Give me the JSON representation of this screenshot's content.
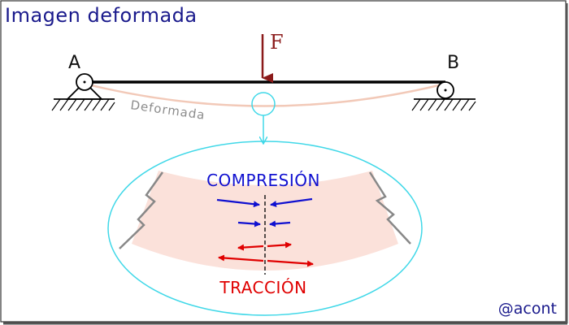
{
  "title": "Imagen deformada",
  "supports": {
    "left_label": "A",
    "right_label": "B"
  },
  "force": {
    "label": "F"
  },
  "deformed_label": "Deformada",
  "detail": {
    "compression_label": "COMPRESIÓN",
    "tension_label": "TRACCIÓN"
  },
  "credit": "@acont",
  "colors": {
    "title": "#1a1a8c",
    "compression": "#1010d0",
    "tension": "#e00000",
    "force": "#8b1a1a",
    "deformed_curve": "#f2c9b8",
    "zoom": "#40d8e8",
    "beam_fill": "#fbe1da"
  }
}
